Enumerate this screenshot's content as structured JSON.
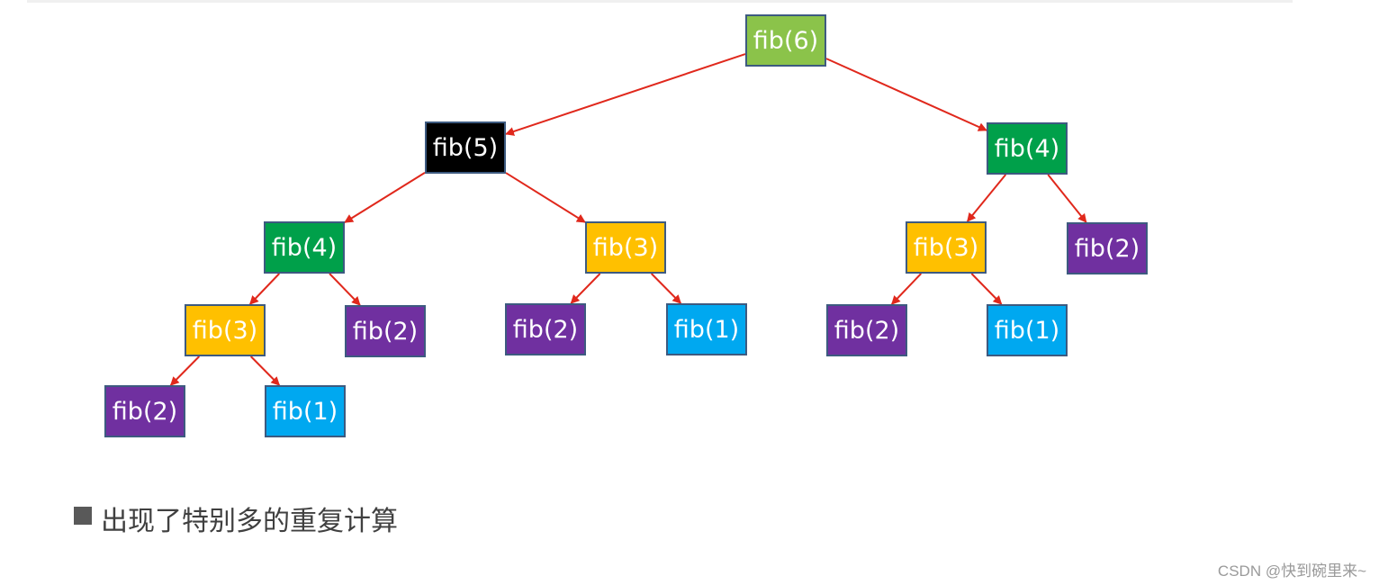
{
  "colors": {
    "edge": "#e0281c",
    "border": "#3d5a80",
    "fib6": "#8bc34a",
    "fib5": "#000000",
    "fib4": "#00a04a",
    "fib3": "#ffc000",
    "fib2": "#7030a0",
    "fib1": "#00a8f0"
  },
  "nodes": [
    {
      "id": "n6",
      "label": "fib(6)",
      "kind": "fib6"
    },
    {
      "id": "n5",
      "label": "fib(5)",
      "kind": "fib5"
    },
    {
      "id": "n4a",
      "label": "fib(4)",
      "kind": "fib4"
    },
    {
      "id": "n4b",
      "label": "fib(4)",
      "kind": "fib4"
    },
    {
      "id": "n3a",
      "label": "fib(3)",
      "kind": "fib3"
    },
    {
      "id": "n3b",
      "label": "fib(3)",
      "kind": "fib3"
    },
    {
      "id": "n3c",
      "label": "fib(3)",
      "kind": "fib3"
    },
    {
      "id": "n2a",
      "label": "fib(2)",
      "kind": "fib2"
    },
    {
      "id": "n2b",
      "label": "fib(2)",
      "kind": "fib2"
    },
    {
      "id": "n2c",
      "label": "fib(2)",
      "kind": "fib2"
    },
    {
      "id": "n2d",
      "label": "fib(2)",
      "kind": "fib2"
    },
    {
      "id": "n2e",
      "label": "fib(2)",
      "kind": "fib2"
    },
    {
      "id": "n1a",
      "label": "fib(1)",
      "kind": "fib1"
    },
    {
      "id": "n1b",
      "label": "fib(1)",
      "kind": "fib1"
    },
    {
      "id": "n1c",
      "label": "fib(1)",
      "kind": "fib1"
    }
  ],
  "edges": [
    [
      "n6",
      "n5"
    ],
    [
      "n6",
      "n4b"
    ],
    [
      "n5",
      "n4a"
    ],
    [
      "n5",
      "n3b"
    ],
    [
      "n4b",
      "n3c"
    ],
    [
      "n4b",
      "n2e"
    ],
    [
      "n4a",
      "n3a"
    ],
    [
      "n4a",
      "n2b"
    ],
    [
      "n3b",
      "n2c"
    ],
    [
      "n3b",
      "n1b"
    ],
    [
      "n3c",
      "n2d"
    ],
    [
      "n3c",
      "n1c"
    ],
    [
      "n3a",
      "n2a"
    ],
    [
      "n3a",
      "n1a"
    ]
  ],
  "caption": "出现了特别多的重复计算",
  "watermark": "CSDN @快到碗里来~"
}
